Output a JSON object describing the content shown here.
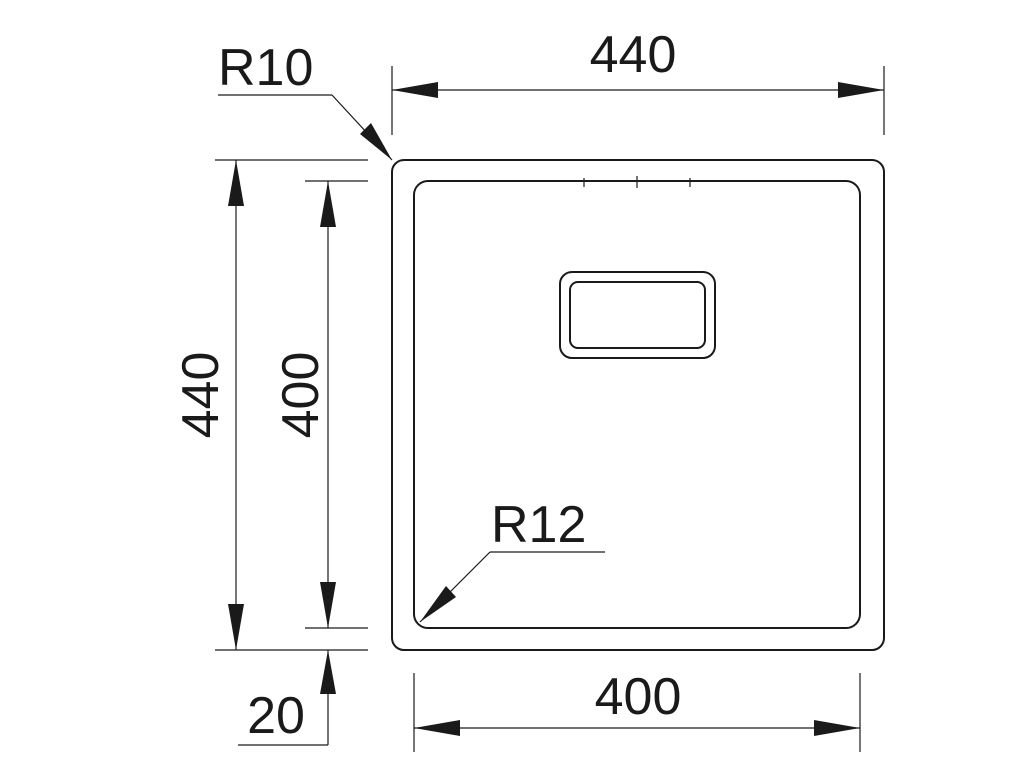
{
  "dimensions": {
    "overall_width": "440",
    "overall_height": "440",
    "inner_width": "400",
    "inner_height": "400",
    "flange_offset": "20",
    "outer_corner_radius": "R10",
    "inner_corner_radius": "R12"
  },
  "colors": {
    "line": "#1a1a1a",
    "background": "#ffffff"
  }
}
